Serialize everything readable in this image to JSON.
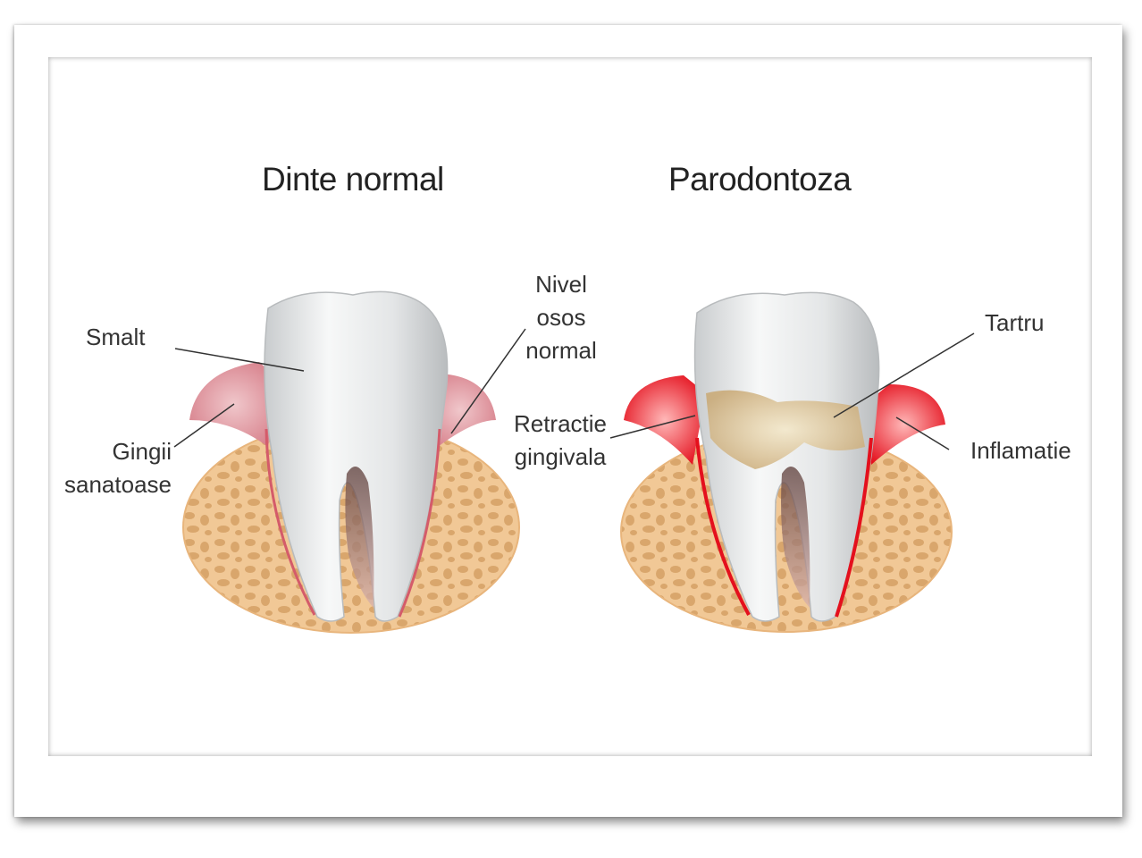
{
  "healthy": {
    "title": "Dinte normal",
    "labels": {
      "enamel": "Smalt",
      "gums_line1": "Gingii",
      "gums_line2": "sanatoase",
      "bone_line1": "Nivel",
      "bone_line2": "osos",
      "bone_line3": "normal"
    }
  },
  "disease": {
    "title": "Parodontoza",
    "labels": {
      "recession_line1": "Retractie",
      "recession_line2": "gingivala",
      "tartar": "Tartru",
      "inflammation": "Inflamatie"
    }
  },
  "colors": {
    "bone": "#f1c896",
    "bone_pore": "#d9a66c",
    "gum_healthy": "#e8a0a8",
    "gum_inflamed": "#e8101c",
    "tooth": "#eceeef",
    "tartar": "#e6d3a8"
  }
}
